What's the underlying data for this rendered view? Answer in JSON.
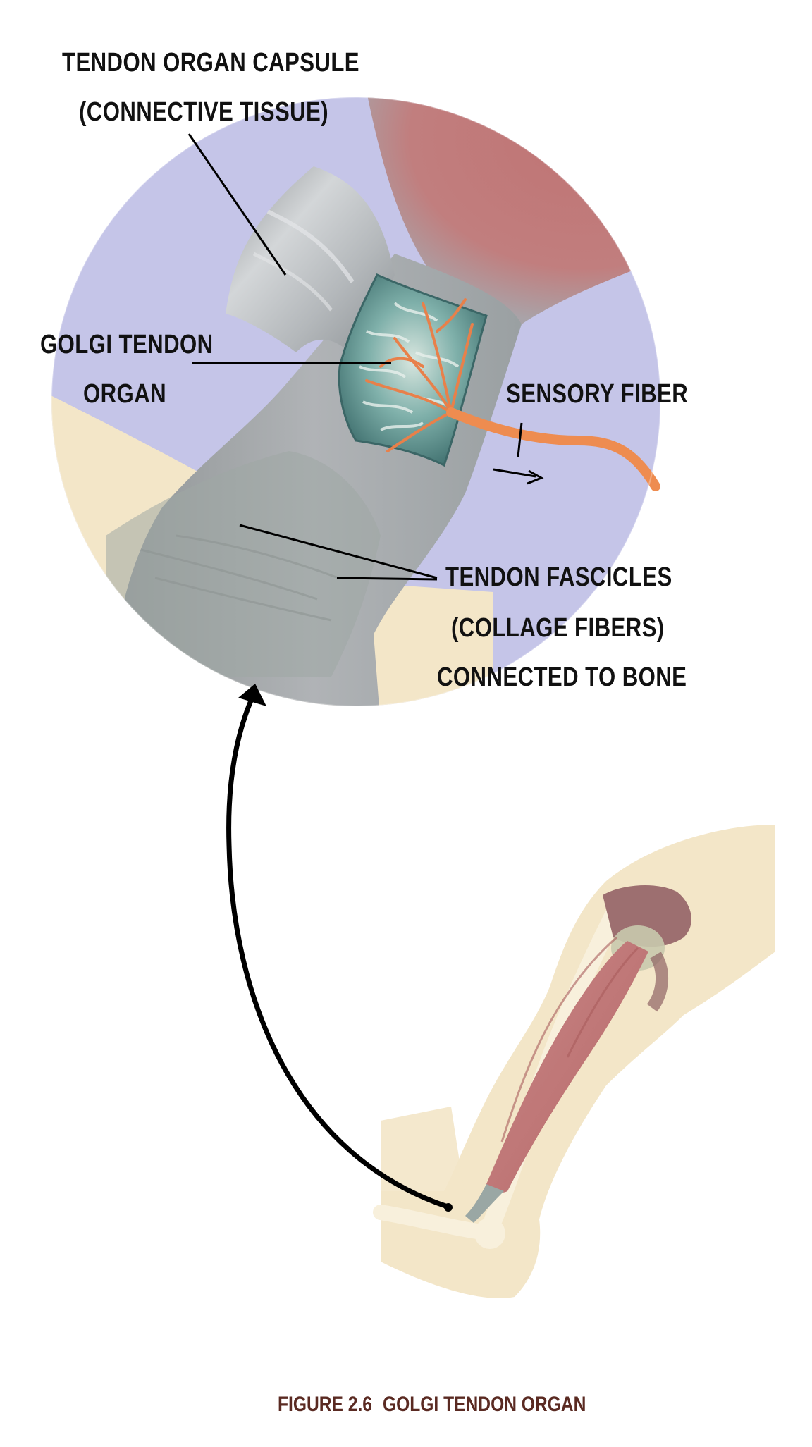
{
  "labels": {
    "capsule_line1": "TENDON ORGAN CAPSULE",
    "capsule_line2": "(CONNECTIVE TISSUE)",
    "gto_line1": "GOLGI TENDON",
    "gto_line2": "ORGAN",
    "sensory": "SENSORY FIBER",
    "fascicles_line1": "TENDON FASCICLES",
    "fascicles_line2": "(COLLAGE FIBERS)",
    "fascicles_line3": "CONNECTED TO BONE"
  },
  "caption": {
    "number": "FIGURE 2.6",
    "title": "GOLGI TENDON ORGAN"
  },
  "colors": {
    "background_lavender": "#c5c5e8",
    "bone_cream": "#f3e6c8",
    "muscle_red": "#bf7777",
    "tendon_grey": "#a7abae",
    "organ_teal": "#5c908e",
    "sensory_orange": "#ee8c50",
    "caption_brown": "#5a2a22"
  }
}
